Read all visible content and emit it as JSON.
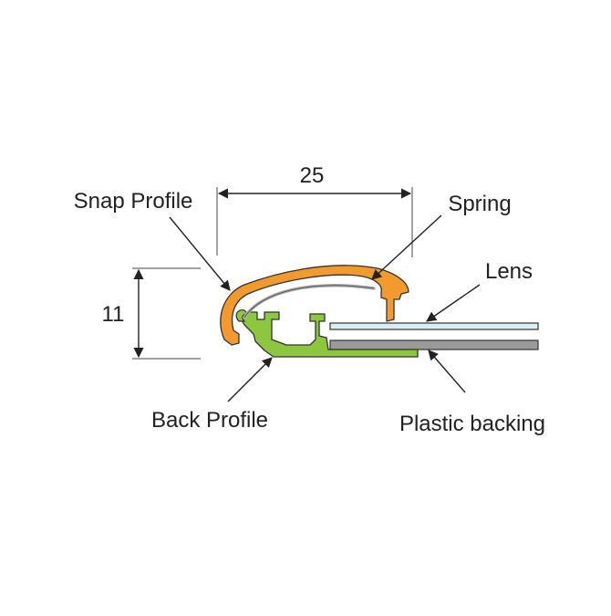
{
  "labels": {
    "snap_profile": "Snap Profile",
    "spring": "Spring",
    "lens": "Lens",
    "back_profile": "Back Profile",
    "plastic_backing": "Plastic backing"
  },
  "dimensions": {
    "width": "25",
    "height": "11"
  },
  "colors": {
    "snap_profile": "#F39A2E",
    "back_profile": "#8DC63F",
    "lens": "#D8EEF2",
    "plastic_backing": "#9A9A9A",
    "spring": "#B0B0B0",
    "line": "#222222"
  }
}
